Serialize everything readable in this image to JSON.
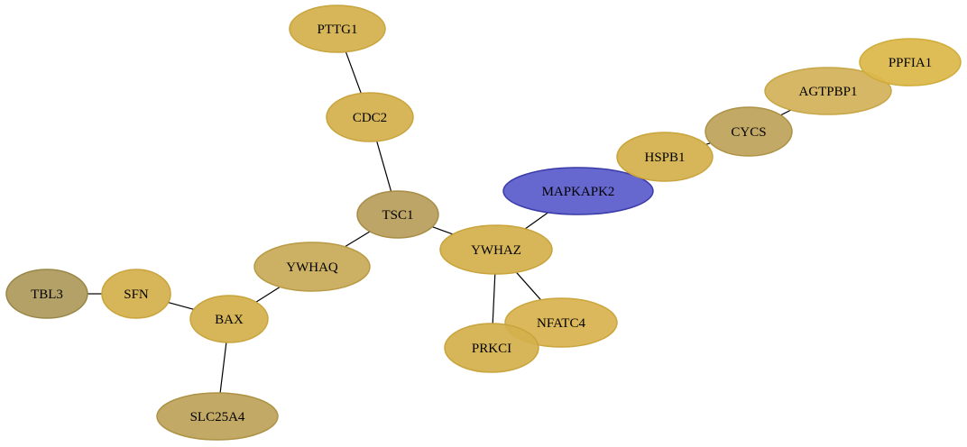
{
  "nodes": [
    {
      "id": "PTTG1",
      "label": "PTTG1",
      "fill": "#d4b04e",
      "stroke": "#c9a43c"
    },
    {
      "id": "CDC2",
      "label": "CDC2",
      "fill": "#d4b04e",
      "stroke": "#c9a43c"
    },
    {
      "id": "TSC1",
      "label": "TSC1",
      "fill": "#b89d5b",
      "stroke": "#a88d47"
    },
    {
      "id": "YWHAQ",
      "label": "YWHAQ",
      "fill": "#c8aa58",
      "stroke": "#b99a44"
    },
    {
      "id": "YWHAZ",
      "label": "YWHAZ",
      "fill": "#d4b04e",
      "stroke": "#c9a43c"
    },
    {
      "id": "MAPKAPK2",
      "label": "MAPKAPK2",
      "fill": "#5b5bcc",
      "stroke": "#3a3aa8"
    },
    {
      "id": "HSPB1",
      "label": "HSPB1",
      "fill": "#d4b04e",
      "stroke": "#c9a43c"
    },
    {
      "id": "CYCS",
      "label": "CYCS",
      "fill": "#bea35a",
      "stroke": "#ad9245"
    },
    {
      "id": "AGTPBP1",
      "label": "AGTPBP1",
      "fill": "#d2b25a",
      "stroke": "#c7a646"
    },
    {
      "id": "PPFIA1",
      "label": "PPFIA1",
      "fill": "#dcb84a",
      "stroke": "#cfac3a"
    },
    {
      "id": "TBL3",
      "label": "TBL3",
      "fill": "#ad9a5c",
      "stroke": "#998748"
    },
    {
      "id": "SFN",
      "label": "SFN",
      "fill": "#d4b04e",
      "stroke": "#c9a43c"
    },
    {
      "id": "BAX",
      "label": "BAX",
      "fill": "#d4b04e",
      "stroke": "#c9a43c"
    },
    {
      "id": "SLC25A4",
      "label": "SLC25A4",
      "fill": "#bea35a",
      "stroke": "#ad9245"
    },
    {
      "id": "NFATC4",
      "label": "NFATC4",
      "fill": "#d8b34f",
      "stroke": "#cba53d"
    },
    {
      "id": "PRKCI",
      "label": "PRKCI",
      "fill": "#d4b04e",
      "stroke": "#c9a43c"
    }
  ],
  "edges": [
    {
      "source": "PTTG1",
      "target": "CDC2"
    },
    {
      "source": "CDC2",
      "target": "TSC1"
    },
    {
      "source": "TSC1",
      "target": "YWHAQ"
    },
    {
      "source": "TSC1",
      "target": "YWHAZ"
    },
    {
      "source": "YWHAZ",
      "target": "MAPKAPK2"
    },
    {
      "source": "YWHAZ",
      "target": "NFATC4"
    },
    {
      "source": "YWHAZ",
      "target": "PRKCI"
    },
    {
      "source": "YWHAQ",
      "target": "BAX"
    },
    {
      "source": "BAX",
      "target": "SFN"
    },
    {
      "source": "SFN",
      "target": "TBL3"
    },
    {
      "source": "BAX",
      "target": "SLC25A4"
    },
    {
      "source": "HSPB1",
      "target": "CYCS"
    },
    {
      "source": "CYCS",
      "target": "AGTPBP1"
    },
    {
      "source": "AGTPBP1",
      "target": "PPFIA1"
    }
  ]
}
